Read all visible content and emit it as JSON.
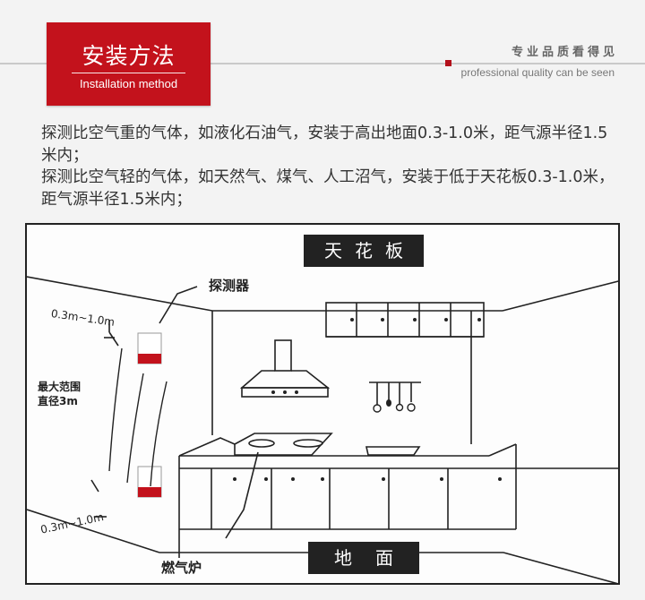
{
  "header": {
    "badge_title": "安装方法",
    "badge_subtitle": "Installation method",
    "tagline_cn": "专业品质看得见",
    "tagline_en": "professional quality can be seen",
    "accent_color": "#c3121c"
  },
  "description": {
    "heavy_gas": "探测比空气重的气体，如液化石油气，安装于高出地面0.3-1.0米，距气源半径1.5米内；",
    "light_gas": "探测比空气轻的气体，如天然气、煤气、人工沼气，安装于低于天花板0.3-1.0米，距气源半径1.5米内；"
  },
  "diagram": {
    "ceiling_label": "天花板",
    "floor_label": "地面",
    "detector_label": "探测器",
    "stove_label": "燃气炉",
    "range_label_line1": "最大范围",
    "range_label_line2": "直径3m",
    "upper_distance_label": "0.3m~1.0m",
    "lower_distance_label": "0.3m~1.0m"
  }
}
